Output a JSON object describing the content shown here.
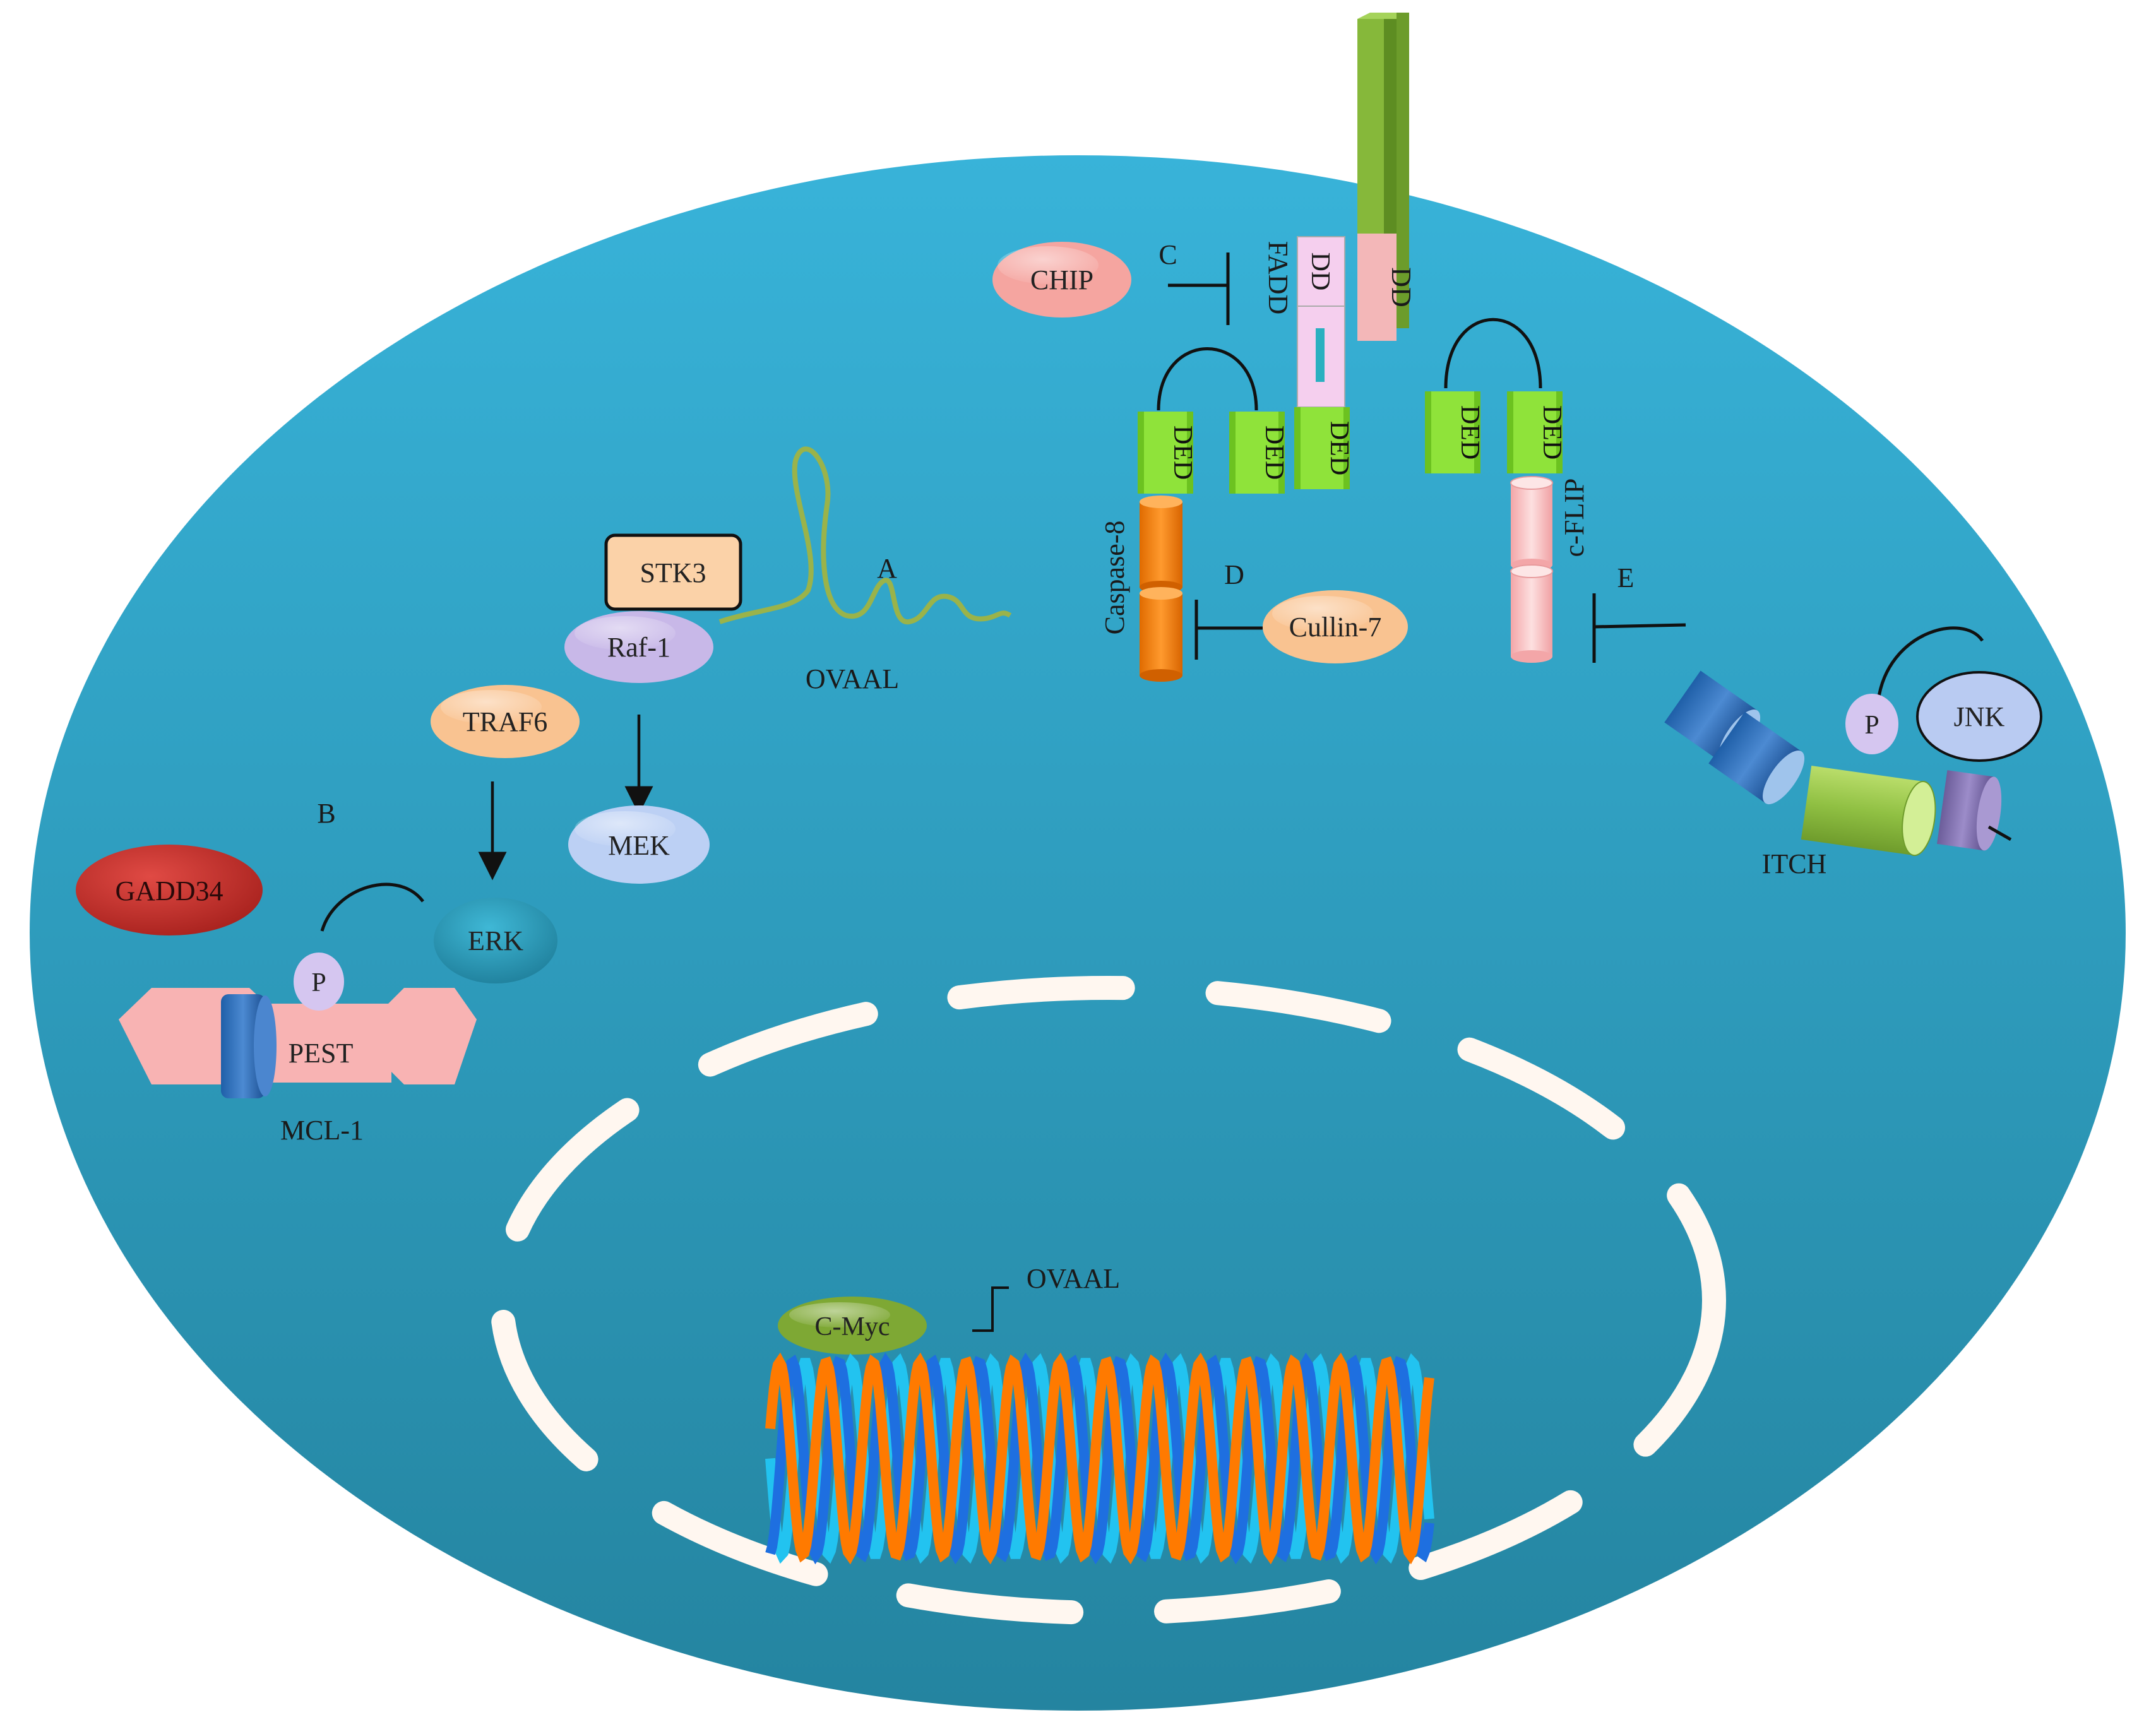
{
  "labels": {
    "A": "A",
    "B": "B",
    "C": "C",
    "D": "D",
    "E": "E",
    "chip": "CHIP",
    "fadd": "FADD",
    "dd_fadd": "DD",
    "dd_receptor": "DD",
    "ded": "DED",
    "caspase8": "Caspase-8",
    "cflip": "c-FLIP",
    "cullin7": "Cullin-7",
    "stk3": "STK3",
    "raf1": "Raf-1",
    "ovaal": "OVAAL",
    "traf6": "TRAF6",
    "mek": "MEK",
    "gadd34": "GADD34",
    "erk": "ERK",
    "p": "P",
    "pest": "PEST",
    "mcl1": "MCL-1",
    "jnk": "JNK",
    "itch": "ITCH",
    "cmyc": "C-Myc",
    "ovaal_nucleus": "OVAAL"
  },
  "colors": {
    "cell_top": "#38b3d9",
    "cell_bottom": "#2686a2",
    "nucleus_dash": "#fff7f0",
    "receptor": "#7fae35",
    "dd_pink": "#f3b7b8",
    "fadd_box": "#f5cfee",
    "ded_green": "#8fe33a",
    "caspase_orange": "#ff8c1a",
    "cflip_pink": "#f7b8ba",
    "chip": "#f5a5a0",
    "cullin7": "#f9c391",
    "traf6": "#f9c391",
    "stk3": "#fbd2a8",
    "raf1": "#c8b8e8",
    "mek": "#bcd0f4",
    "gadd34": "#c8302b",
    "erk": "#2aa3c2",
    "p_bubble": "#d5c6f0",
    "jnk": "#b9cbf2",
    "cmyc": "#7ea834",
    "ovaal_strand": "#9ab34a",
    "dna_orange": "#ff7a00",
    "dna_blue": "#1e6fe0",
    "dna_cyan": "#22c3f0"
  },
  "icons": [
    "cell-membrane",
    "nucleus-envelope",
    "receptor-icon",
    "dna-helix-icon",
    "itch-protein-icon",
    "mcl1-protein-icon"
  ]
}
